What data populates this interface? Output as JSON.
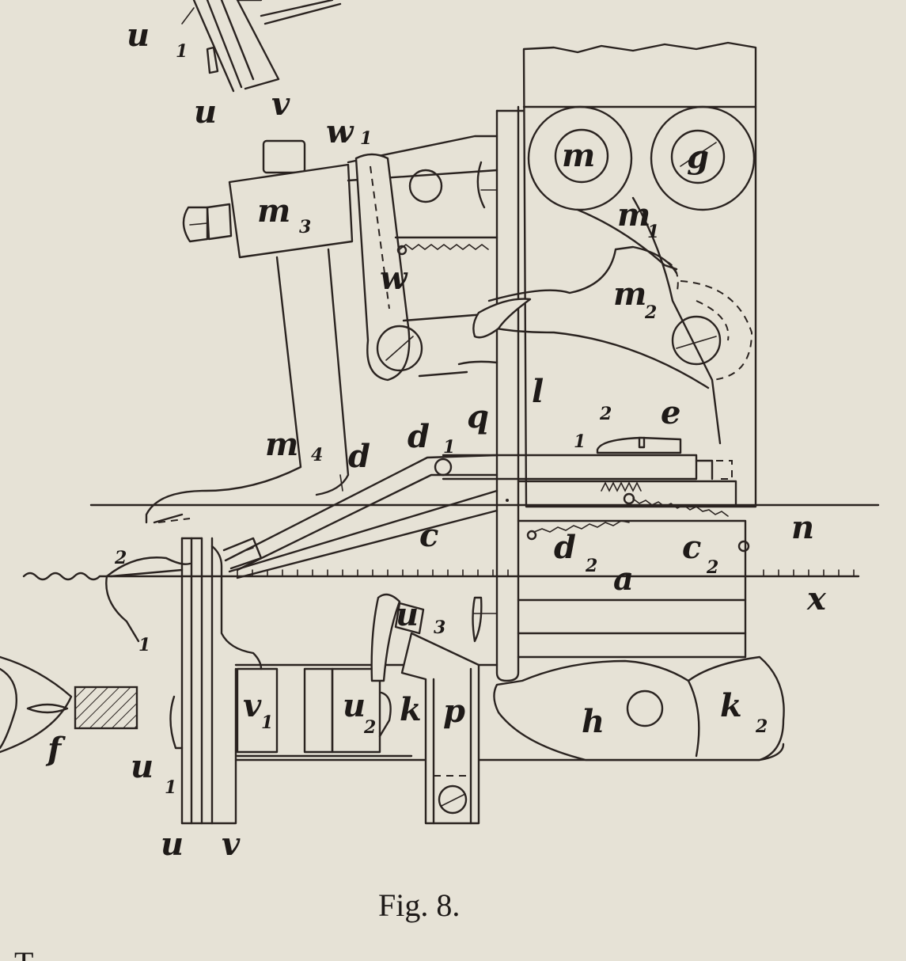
{
  "figure": {
    "caption": "Fig. 8.",
    "bottom_text_fragment": "T"
  },
  "labels": {
    "u1_top": {
      "base": "u",
      "sub": "1"
    },
    "u_top": {
      "base": "u",
      "sub": ""
    },
    "v_top": {
      "base": "v",
      "sub": ""
    },
    "w1": {
      "base": "w",
      "sub": "1"
    },
    "m3": {
      "base": "m",
      "sub": "3"
    },
    "w": {
      "base": "w",
      "sub": ""
    },
    "m": {
      "base": "m",
      "sub": ""
    },
    "g": {
      "base": "g",
      "sub": ""
    },
    "m1": {
      "base": "m",
      "sub": "1"
    },
    "m2": {
      "base": "m",
      "sub": "2"
    },
    "l": {
      "base": "l",
      "sub": ""
    },
    "q": {
      "base": "q",
      "sub": ""
    },
    "d1": {
      "base": "d",
      "sub": "1"
    },
    "m4": {
      "base": "m",
      "sub": "4"
    },
    "d": {
      "base": "d",
      "sub": ""
    },
    "num2_upper": {
      "base": "2",
      "sub": ""
    },
    "num1_upper": {
      "base": "1",
      "sub": ""
    },
    "e": {
      "base": "e",
      "sub": ""
    },
    "n": {
      "base": "n",
      "sub": ""
    },
    "c": {
      "base": "c",
      "sub": ""
    },
    "d2": {
      "base": "d",
      "sub": "2"
    },
    "c2": {
      "base": "c",
      "sub": "2"
    },
    "a": {
      "base": "a",
      "sub": ""
    },
    "x": {
      "base": "x",
      "sub": ""
    },
    "num2_lower": {
      "base": "2",
      "sub": ""
    },
    "num1_lower": {
      "base": "1",
      "sub": ""
    },
    "u3": {
      "base": "u",
      "sub": "3"
    },
    "v1": {
      "base": "v",
      "sub": "1"
    },
    "u2": {
      "base": "u",
      "sub": "2"
    },
    "k": {
      "base": "k",
      "sub": ""
    },
    "p": {
      "base": "p",
      "sub": ""
    },
    "h": {
      "base": "h",
      "sub": ""
    },
    "k2": {
      "base": "k",
      "sub": "2"
    },
    "f": {
      "base": "f",
      "sub": ""
    },
    "u1_bottom": {
      "base": "u",
      "sub": "1"
    },
    "u_bottom": {
      "base": "u",
      "sub": ""
    },
    "v_bottom": {
      "base": "v",
      "sub": ""
    }
  }
}
